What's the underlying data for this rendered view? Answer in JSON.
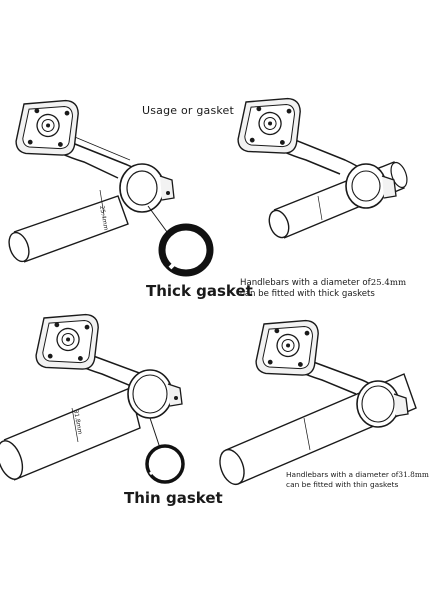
{
  "title": "Usage or gasket",
  "thick": {
    "label": "Thick gasket",
    "dim": "25.4mm",
    "note_prefix": "Handlebars with a diameter of",
    "note_value": "25.4mm",
    "note_line2": "can be fitted with thick gaskets"
  },
  "thin": {
    "label": "Thin gasket",
    "dim": "31.8mm",
    "note_prefix": "Handlebars with a diameter of",
    "note_value": "31.8mm",
    "note_line2": "can be fitted with thin gaskets"
  },
  "colors": {
    "line": "#1a1a1a",
    "gasket": "#111111"
  }
}
